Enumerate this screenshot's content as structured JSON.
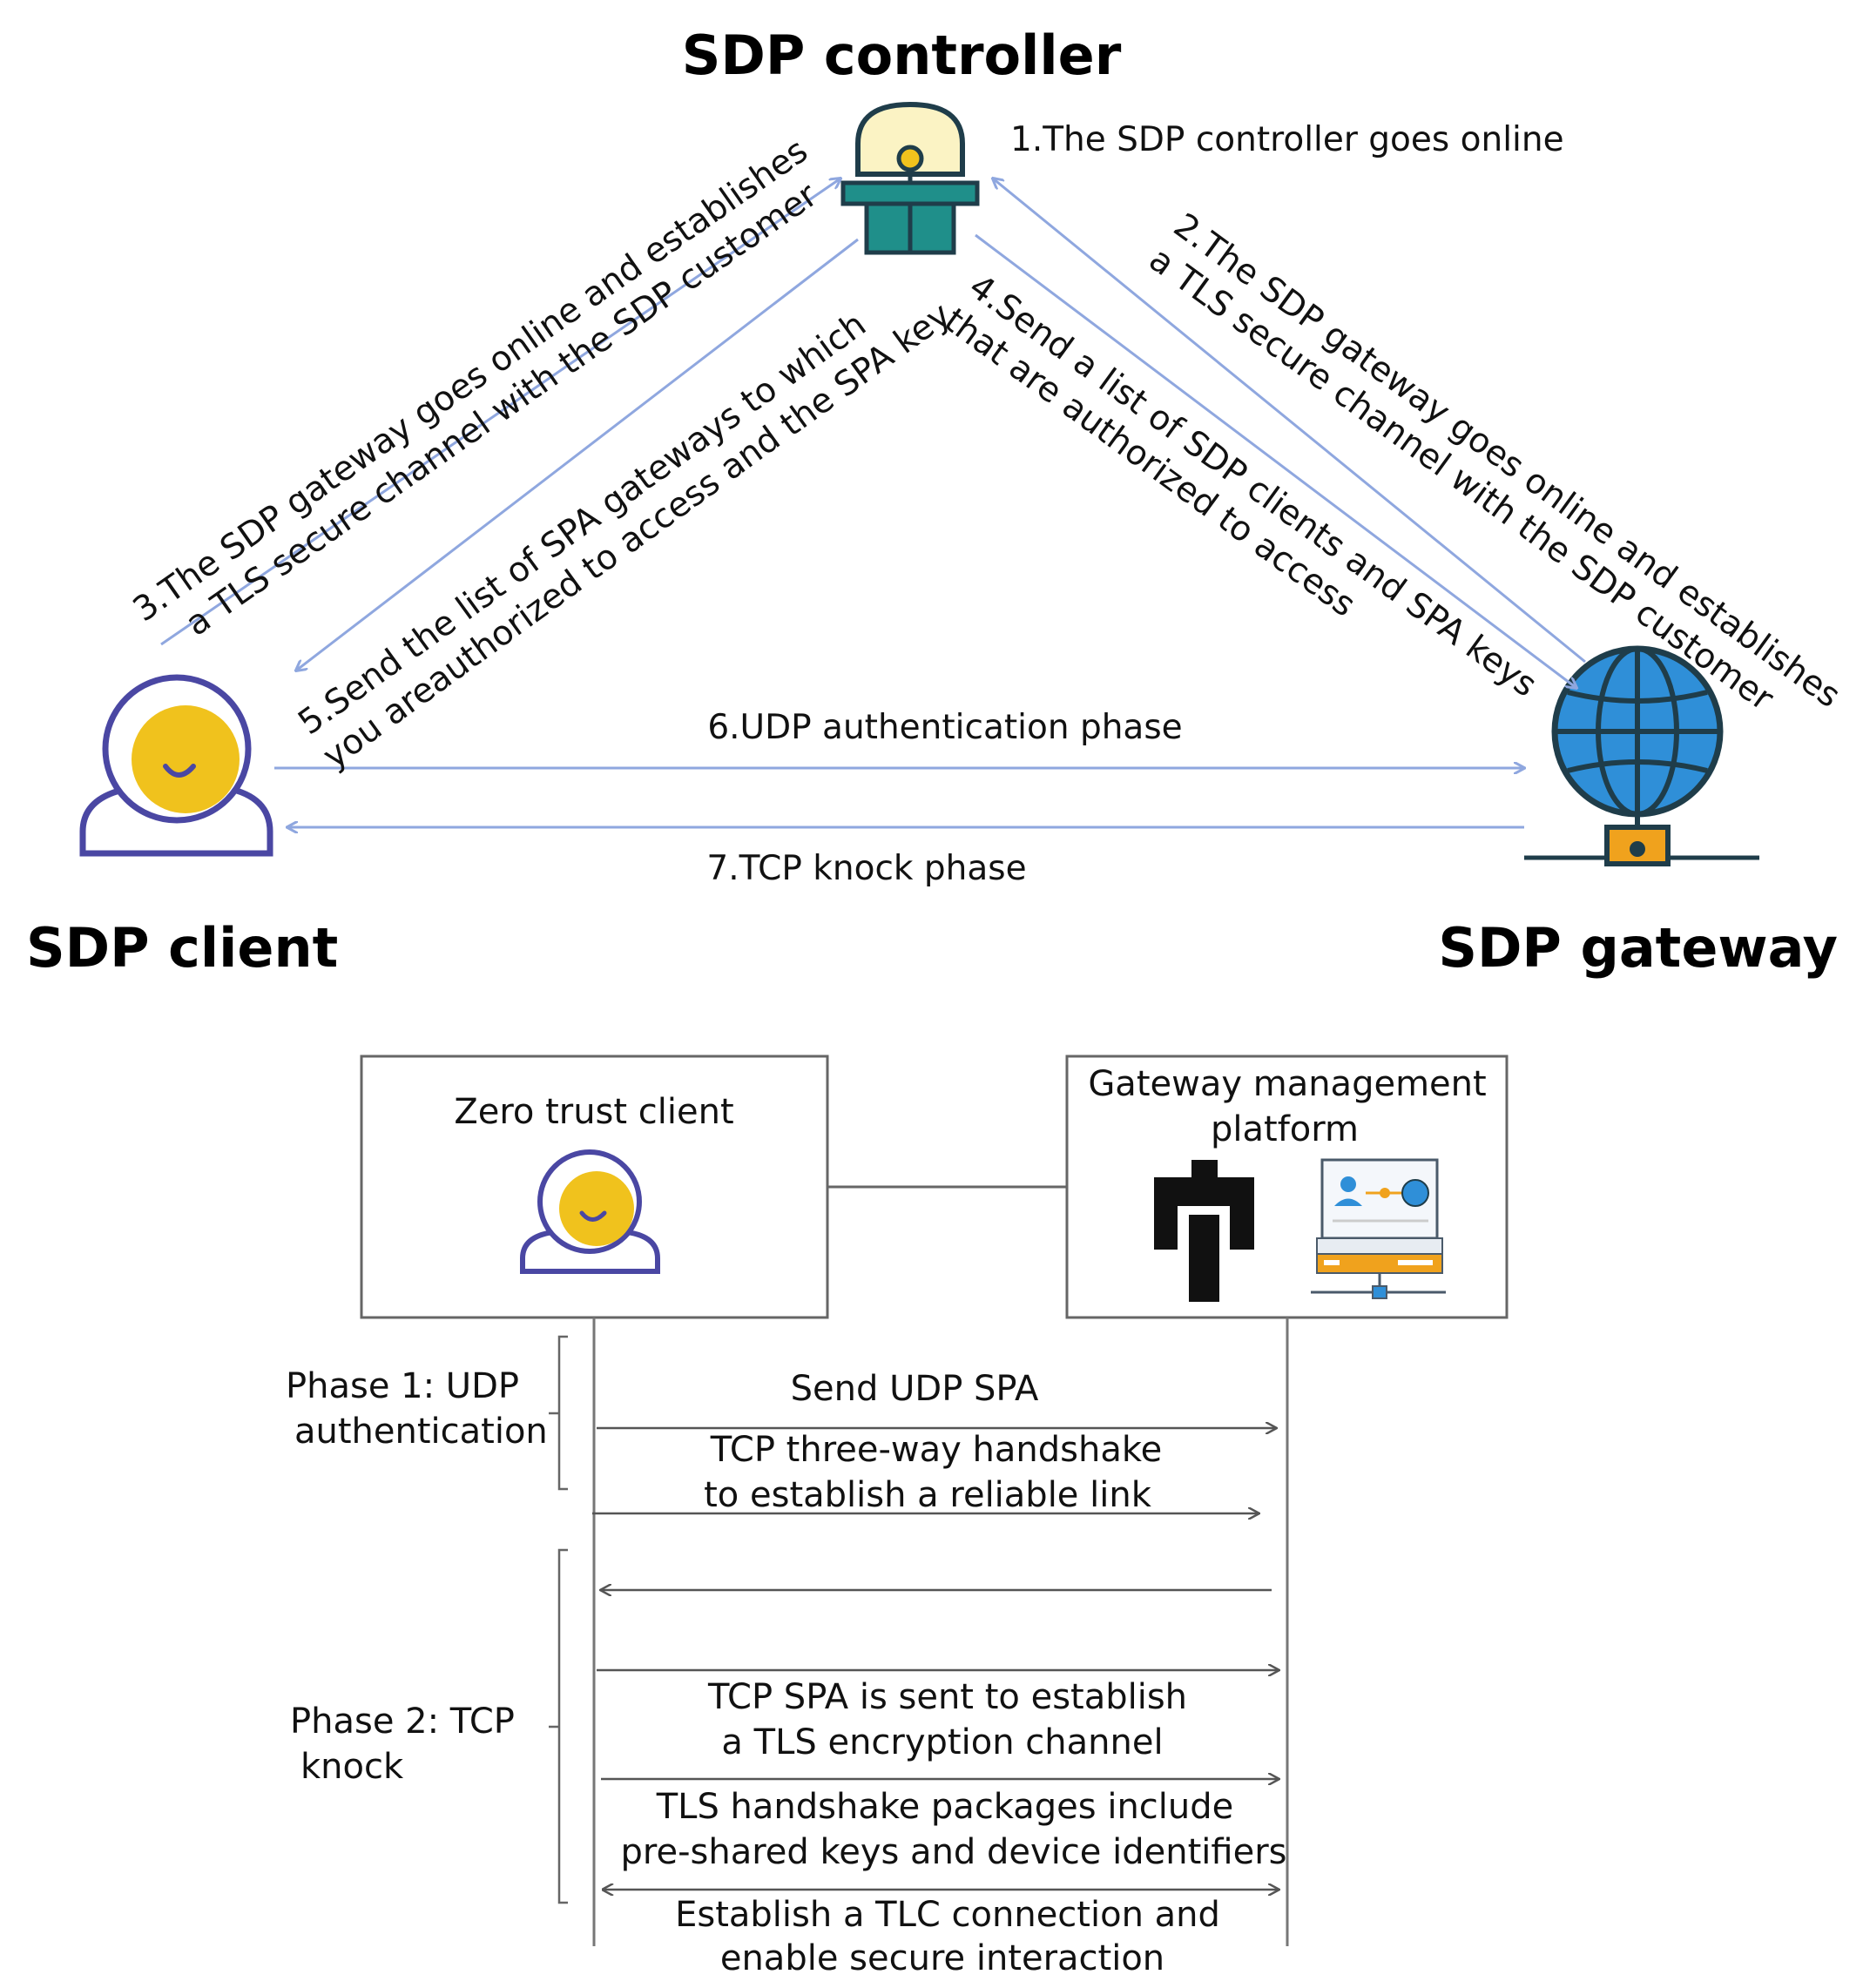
{
  "top": {
    "controller_title": "SDP controller",
    "client_title": "SDP client",
    "gateway_title": "SDP gateway",
    "steps": {
      "s1": "1.The SDP controller goes online",
      "s2_l1": "2.The SDP gateway goes online and establishes",
      "s2_l2": "a TLS secure channel with the SDP customer",
      "s3_l1": "3.The SDP gateway goes online and establishes",
      "s3_l2": "a TLS secure channel with the SDP customer",
      "s4_l1": "4.Send a list of SDP clients and SPA keys",
      "s4_l2": "that are authorized to access",
      "s5_l1": "5.Send the list of SPA gateways to which",
      "s5_l2": "you areauthorized to access and the SPA key",
      "s6": "6.UDP authentication phase",
      "s7": "7.TCP knock phase"
    }
  },
  "bottom": {
    "client_box_title": "Zero trust client",
    "gateway_box_title_l1": "Gateway management",
    "gateway_box_title_l2": "platform",
    "phase1_l1": "Phase 1: UDP",
    "phase1_l2": "authentication",
    "phase2_l1": "Phase 2: TCP",
    "phase2_l2": "knock",
    "messages": {
      "m1": "Send UDP SPA",
      "m2_l1": "TCP three-way handshake",
      "m2_l2": "to establish a reliable link",
      "m3_l1": "TCP SPA is sent to establish",
      "m3_l2": "a TLS encryption channel",
      "m4_l1": "TLS handshake packages include",
      "m4_l2": "pre-shared keys and device identifiers",
      "m5_l1": "Establish a TLC connection and",
      "m5_l2": "enable secure interaction"
    }
  },
  "icons": {
    "controller": "alarm-light-icon",
    "client": "user-avatar-icon",
    "gateway": "globe-network-icon",
    "network_plug": "network-plug-icon",
    "server": "server-dashboard-icon"
  },
  "colors": {
    "flow_arrow": "#8fa7df",
    "avatar_ring": "#4a47a3",
    "avatar_face": "#f0c21d",
    "globe": "#2f8fd8",
    "controller_base": "#1f8f8a",
    "controller_dome": "#fbf3c4"
  }
}
